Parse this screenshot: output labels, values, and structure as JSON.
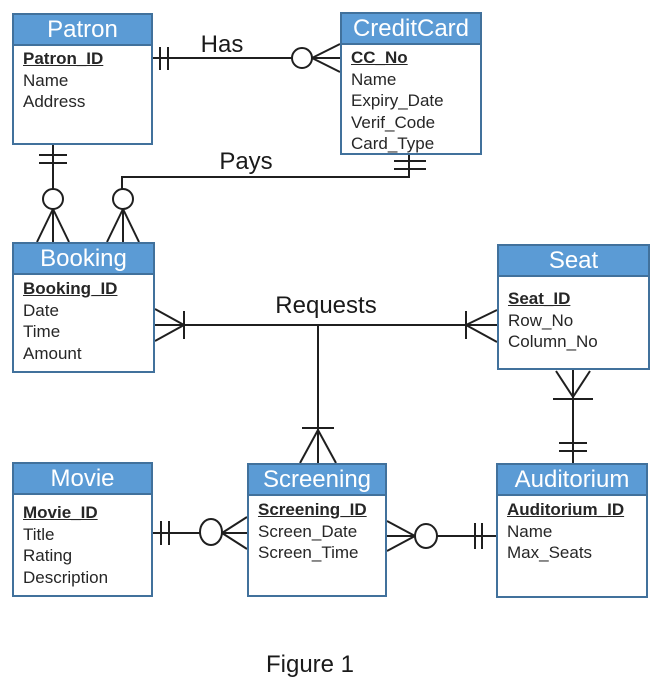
{
  "diagram": {
    "type": "entity-relationship-diagram",
    "caption": "Figure 1"
  },
  "colors": {
    "entity_header_fill": "#5B9BD5",
    "entity_border": "#41719C",
    "entity_header_text": "#FFFFFF",
    "attribute_text": "#262626",
    "connector_line": "#1F1F1F"
  },
  "entities": [
    {
      "name": "Patron",
      "key": "Patron_ID",
      "attributes": [
        "Name",
        "Address"
      ]
    },
    {
      "name": "CreditCard",
      "key": "CC_No",
      "attributes": [
        "Name",
        "Expiry_Date",
        "Verif_Code",
        "Card_Type"
      ]
    },
    {
      "name": "Booking",
      "key": "Booking_ID",
      "attributes": [
        "Date",
        "Time",
        "Amount"
      ]
    },
    {
      "name": "Seat",
      "key": "Seat_ID",
      "attributes": [
        "Row_No",
        "Column_No"
      ]
    },
    {
      "name": "Movie",
      "key": "Movie_ID",
      "attributes": [
        "Title",
        "Rating",
        "Description"
      ]
    },
    {
      "name": "Screening",
      "key": "Screening_ID",
      "attributes": [
        "Screen_Date",
        "Screen_Time"
      ]
    },
    {
      "name": "Auditorium",
      "key": "Auditorium_ID",
      "attributes": [
        "Name",
        "Max_Seats"
      ]
    }
  ],
  "relationships": [
    {
      "label": "Has",
      "from": "Patron",
      "to": "CreditCard",
      "from_cardinality": "one-and-only-one",
      "to_cardinality": "zero-or-many"
    },
    {
      "label": "Pays",
      "from": "Booking",
      "to": "CreditCard",
      "from_cardinality": "zero-or-many",
      "to_cardinality": "one-and-only-one"
    },
    {
      "label": "Requests",
      "from": "Booking",
      "to": "Seat",
      "from_cardinality": "one-or-many",
      "to_cardinality": "one-or-many",
      "branch_to": "Screening",
      "branch_cardinality": "one-or-many"
    },
    {
      "label": "",
      "from": "Patron",
      "to": "Booking",
      "from_cardinality": "one-and-only-one",
      "to_cardinality": "zero-or-many"
    },
    {
      "label": "",
      "from": "Seat",
      "to": "Auditorium",
      "from_cardinality": "one-or-many",
      "to_cardinality": "one-and-only-one"
    },
    {
      "label": "",
      "from": "Movie",
      "to": "Screening",
      "from_cardinality": "one-and-only-one",
      "to_cardinality": "zero-or-many"
    },
    {
      "label": "",
      "from": "Screening",
      "to": "Auditorium",
      "from_cardinality": "zero-or-many",
      "to_cardinality": "one-and-only-one"
    }
  ]
}
